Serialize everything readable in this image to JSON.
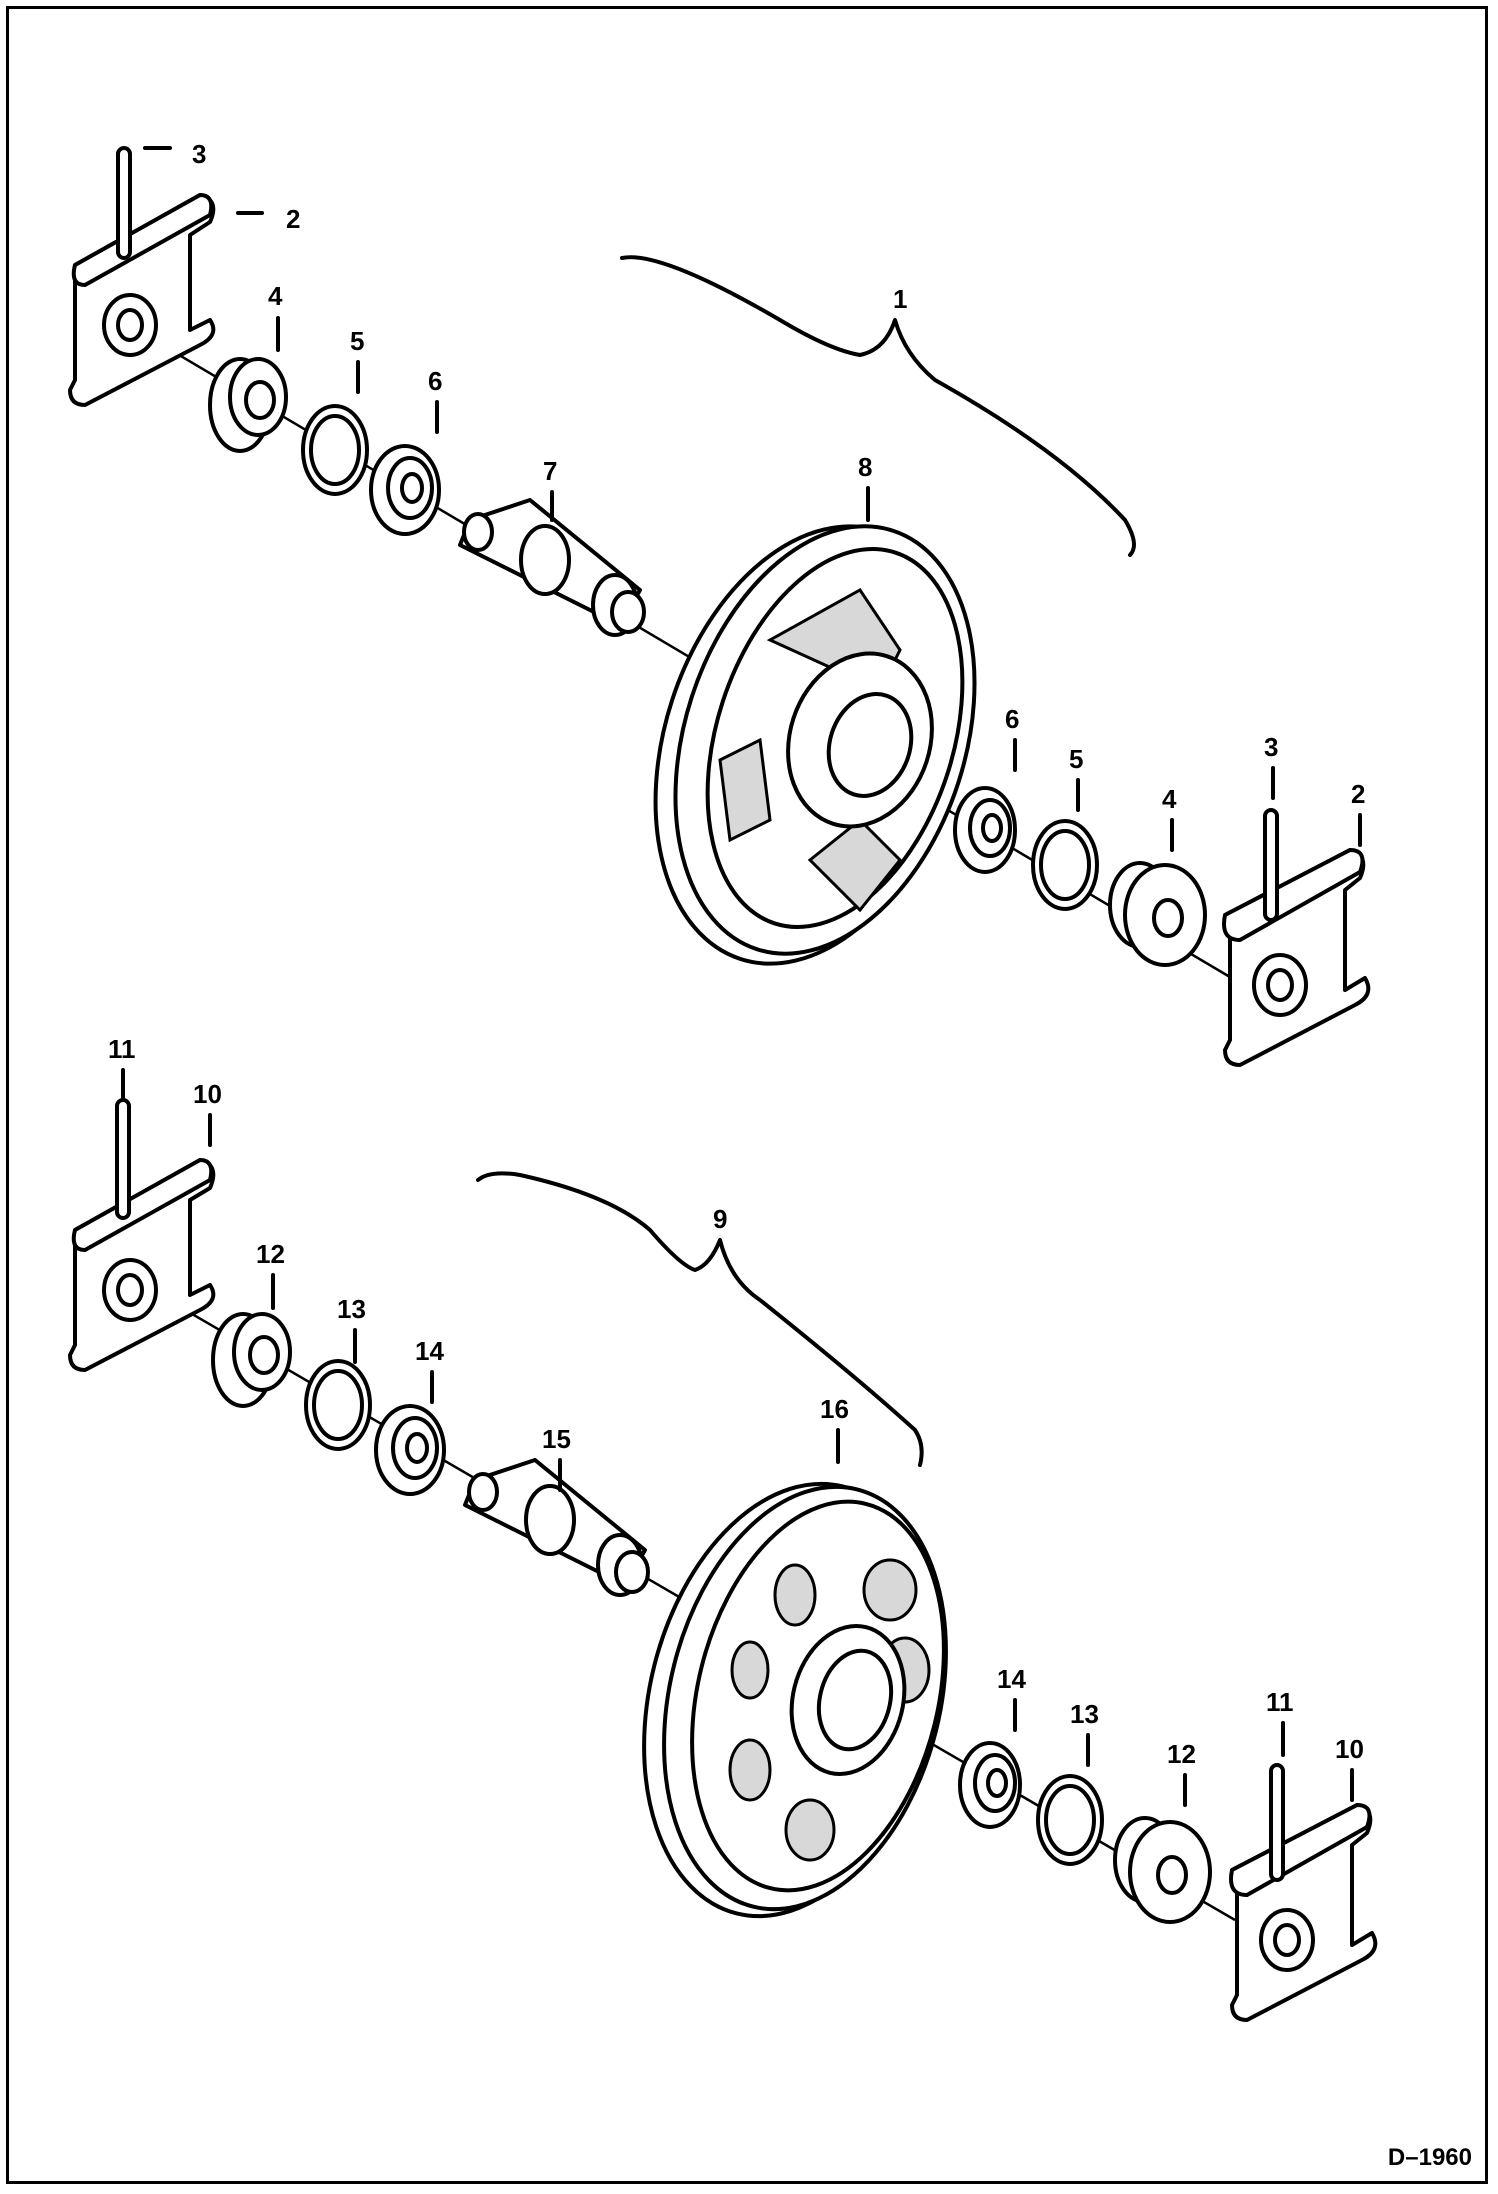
{
  "figure_code": "D–1960",
  "assemblies": [
    {
      "assembly_label": "1",
      "left_side": {
        "pin": "3",
        "mount": "2",
        "retainer": "4",
        "snap_ring": "5",
        "bearing": "6",
        "axle": "7"
      },
      "wheel": "8",
      "right_side": {
        "bearing": "6",
        "snap_ring": "5",
        "retainer": "4",
        "pin": "3",
        "mount": "2"
      }
    },
    {
      "assembly_label": "9",
      "left_side": {
        "pin": "11",
        "mount": "10",
        "retainer": "12",
        "snap_ring": "13",
        "bearing": "14",
        "axle": "15"
      },
      "wheel": "16",
      "right_side": {
        "bearing": "14",
        "snap_ring": "13",
        "retainer": "12",
        "pin": "11",
        "mount": "10"
      }
    }
  ]
}
